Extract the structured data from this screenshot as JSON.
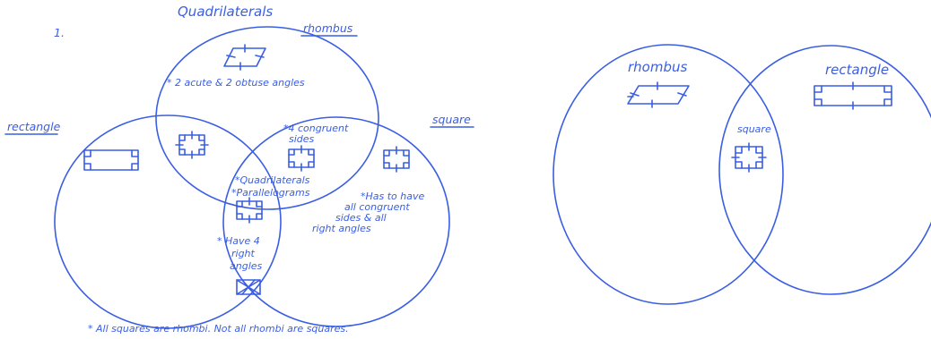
{
  "diagram1": {
    "number": "1.",
    "title": "Quadrilaterals",
    "labels": {
      "rhombus": "rhombus",
      "rectangle": "rectangle",
      "square": "square"
    },
    "notes": {
      "rhombus_note": "* 2 acute & 2 obtuse angles",
      "congruent_line1": "*4 congruent",
      "congruent_line2": "sides",
      "quad_line1": "*Quadrilaterals",
      "quad_line2": "*Parallelograms",
      "square_line1": "*Has to have",
      "square_line2": "all congruent",
      "square_line3": "sides & all",
      "square_line4": "right angles",
      "right_line1": "* Have 4",
      "right_line2": "right",
      "right_line3": "angles"
    },
    "footer": "* All squares are rhombi. Not all rhombi are squares."
  },
  "diagram2": {
    "labels": {
      "rhombus": "rhombus",
      "rectangle": "rectangle",
      "square": "square"
    }
  },
  "colors": {
    "ink": "#3a5ee3",
    "background": "#ffffff"
  }
}
